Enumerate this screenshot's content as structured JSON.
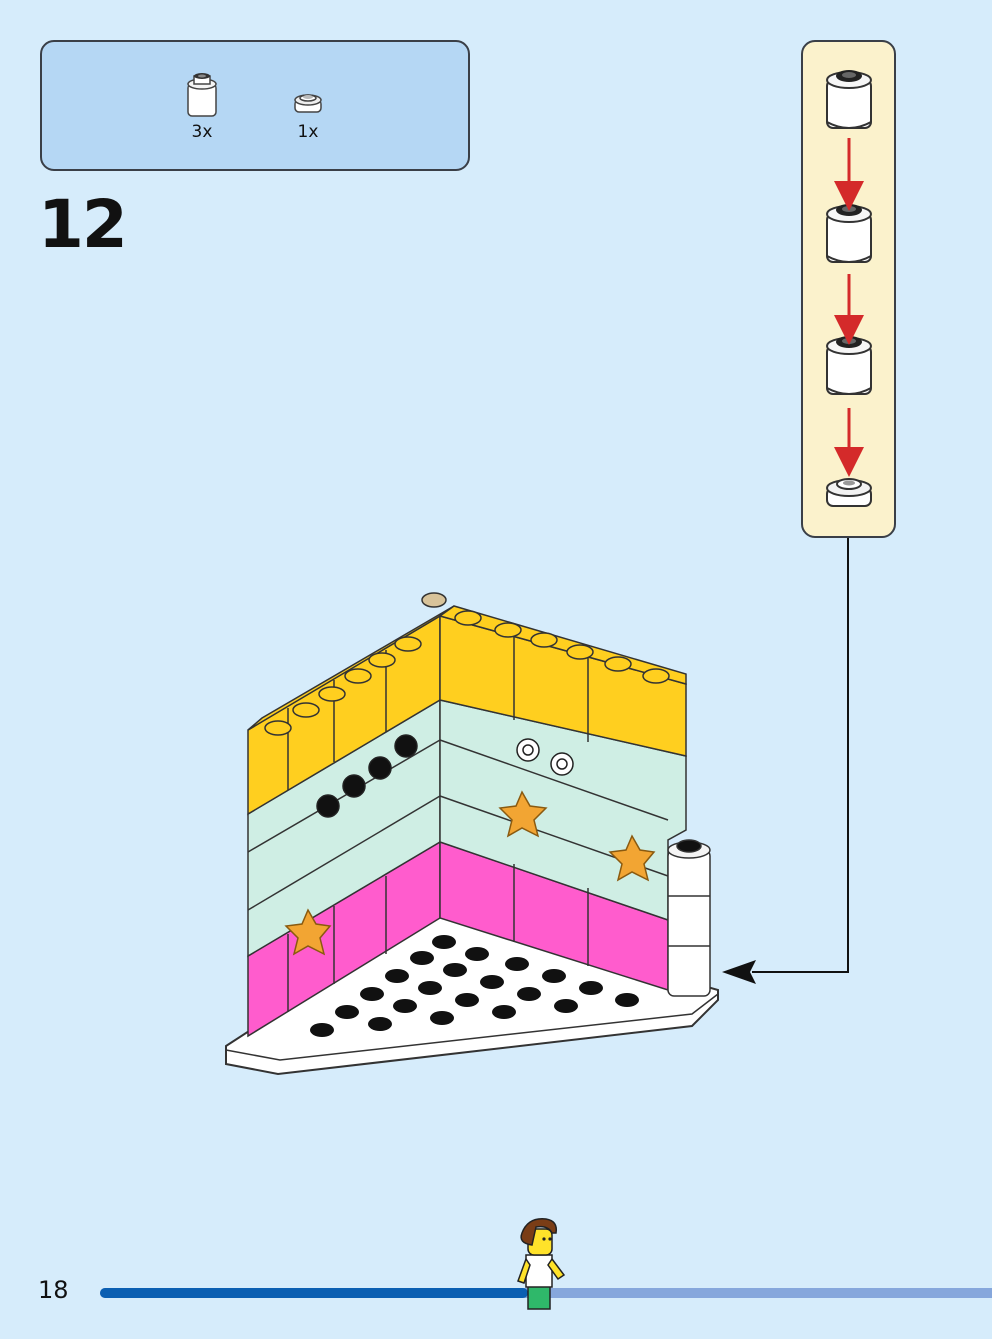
{
  "parts_callout": {
    "items": [
      {
        "part": "round-brick-1x1-white",
        "quantity": "3x"
      },
      {
        "part": "round-plate-1x1-white",
        "quantity": "1x"
      }
    ]
  },
  "step": {
    "number": "12"
  },
  "subassembly": {
    "sequence": [
      "round-brick-1x1-white",
      "round-brick-1x1-white",
      "round-brick-1x1-white",
      "round-plate-1x1-white"
    ],
    "arrow_color": "#d42a2a"
  },
  "colors": {
    "page_background": "#d6ecfb",
    "parts_box": "#b5d7f4",
    "subassembly_box": "#fbf2cc",
    "yellow_brick": "#ffcf1f",
    "mint_brick": "#cfeee4",
    "pink_brick": "#ff5ccd",
    "white_plate": "#ffffff",
    "progress_fill": "#0b5fb2",
    "progress_track": "#86a7dc"
  },
  "footer": {
    "page_number": "18",
    "progress": 0.48
  }
}
